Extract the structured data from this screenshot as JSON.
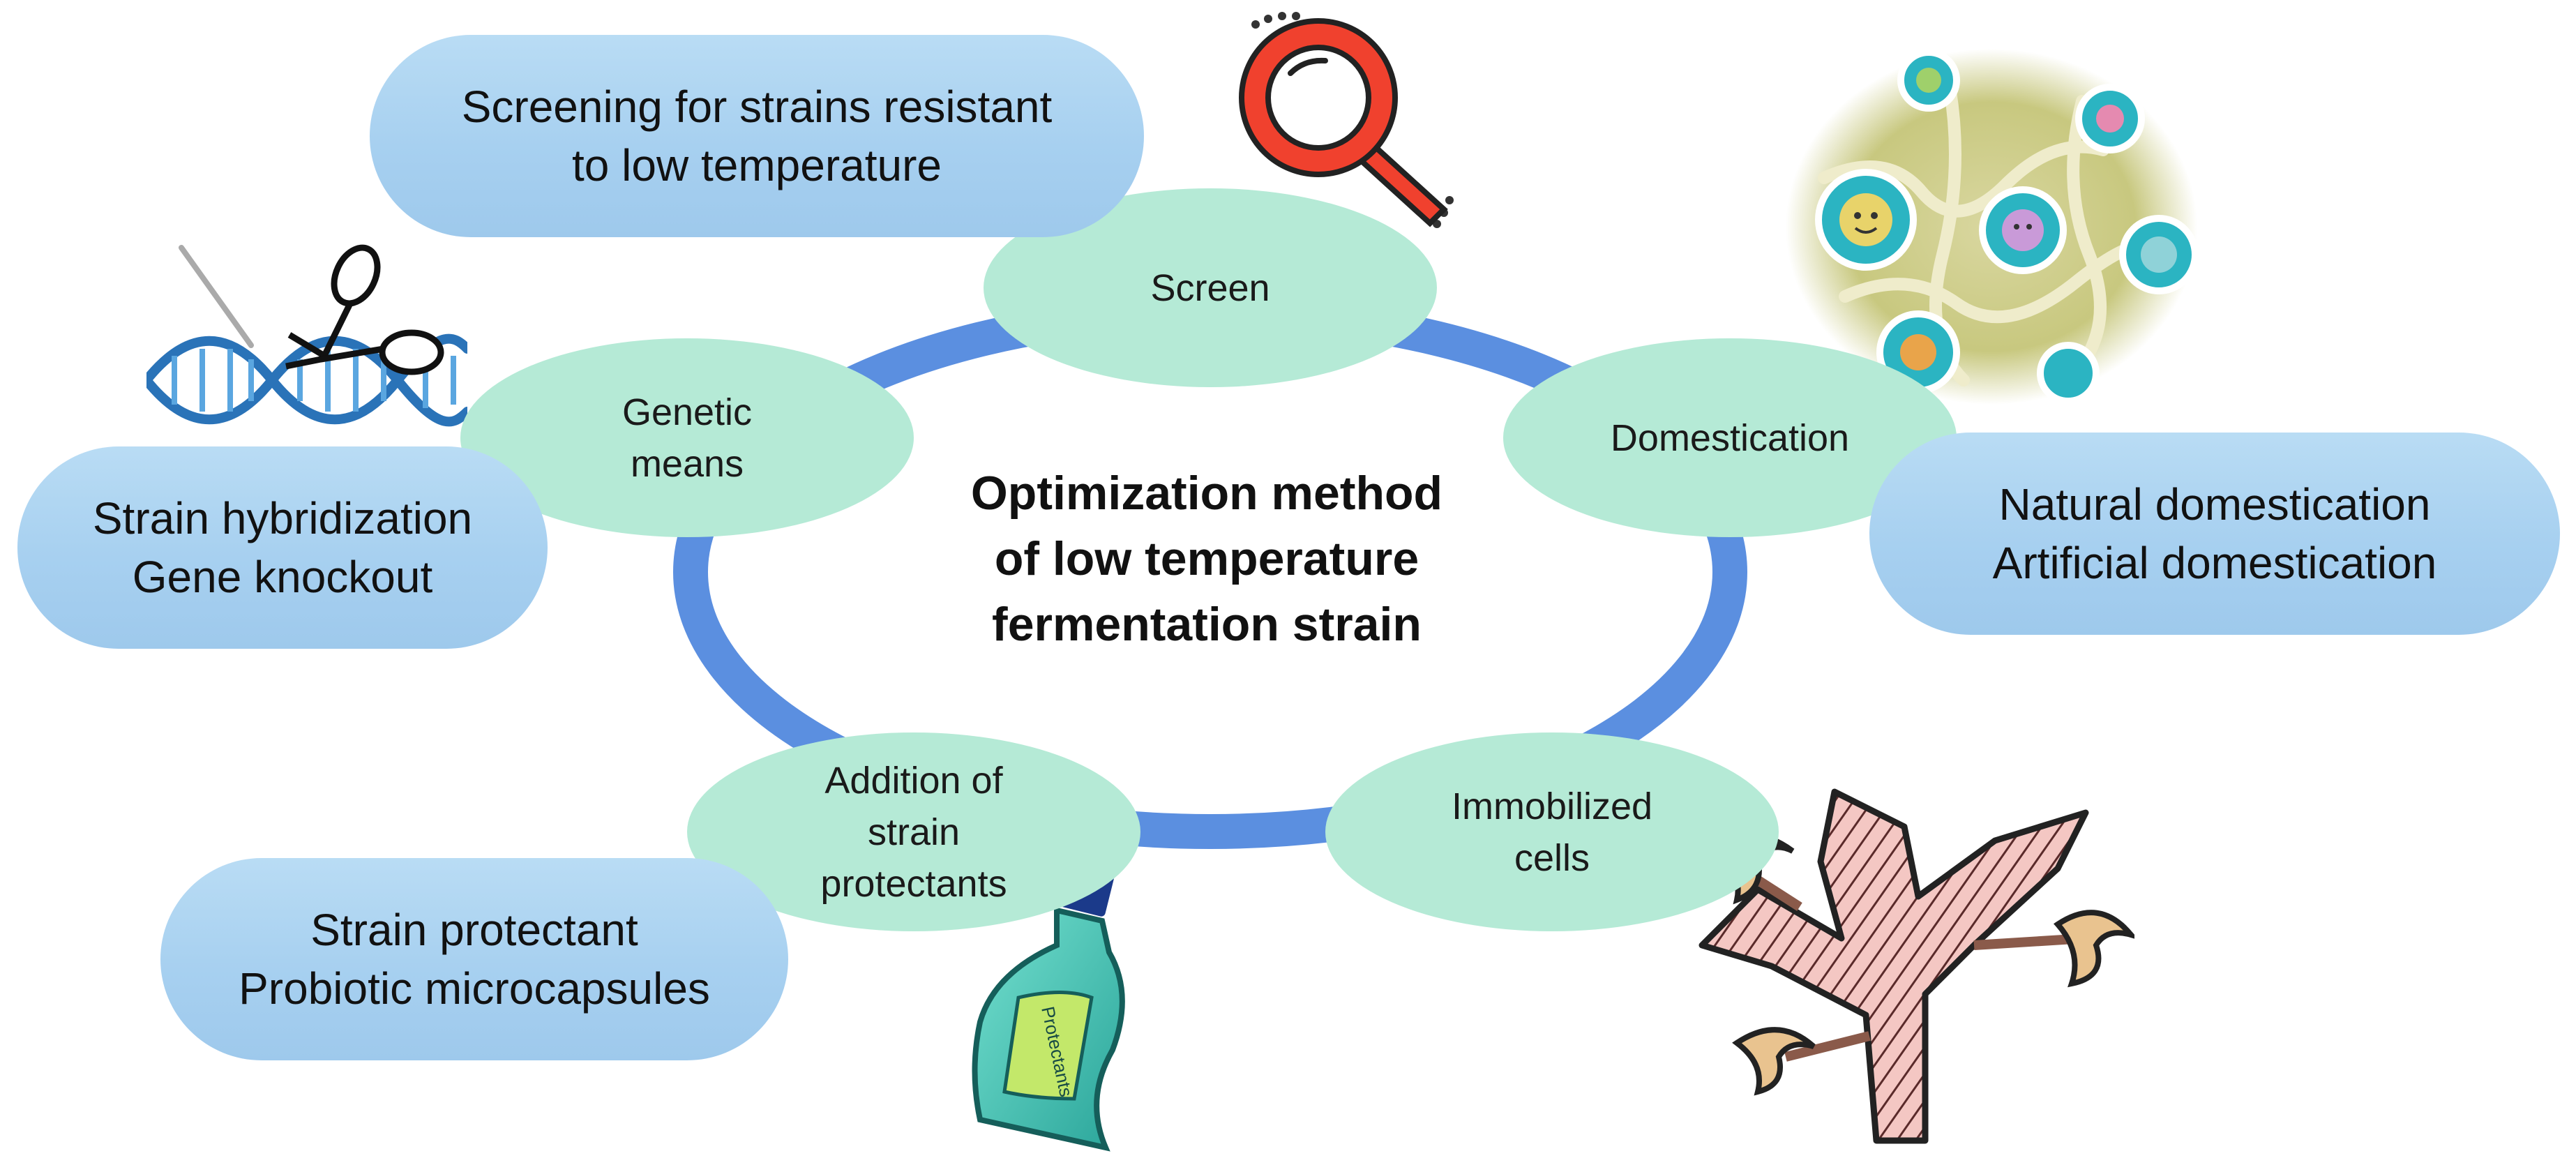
{
  "title": "Optimization method\nof low temperature\nfermentation strain",
  "nodes": {
    "screen": "Screen",
    "domestication": "Domestication",
    "genetic": "Genetic\nmeans",
    "protectants": "Addition of\nstrain\nprotectants",
    "immobilized": "Immobilized\ncells"
  },
  "boxes": {
    "screening": "Screening for strains resistant\nto low temperature",
    "domestication": "Natural domestication\nArtificial domestication",
    "genetic": "Strain hybridization\nGene knockout",
    "protectants": "Strain protectant\nProbiotic microcapsules"
  },
  "bottle_label": "Protectants",
  "colors": {
    "ring": "#5b8fe0",
    "node_fill": "#b5ead6",
    "box_fill": "#a9d3f1",
    "magnifier": "#f0412e"
  }
}
